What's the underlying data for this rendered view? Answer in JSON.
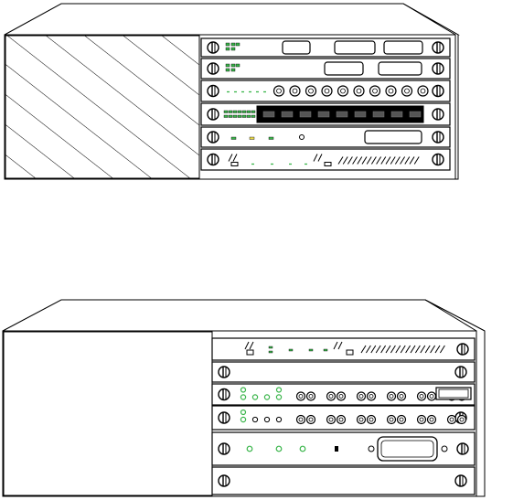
{
  "colors": {
    "outline": "#000000",
    "background": "#ffffff",
    "led_green": "#39b54a",
    "led_yellow": "#e8d84a",
    "display_black": "#000000"
  },
  "top_unit": {
    "enclosure": "hatched-panel",
    "modules": [
      {
        "id": "t1",
        "kind": "slot-panel",
        "slots": 3,
        "led_pattern": "grid-2x2",
        "handles": 2
      },
      {
        "id": "t2",
        "kind": "slot-panel",
        "slots": 2,
        "led_pattern": "grid-2x2",
        "handles": 2
      },
      {
        "id": "t3",
        "kind": "knob-panel",
        "knobs": 10,
        "led_pattern": "dashes",
        "handles": 2
      },
      {
        "id": "t4",
        "kind": "display-panel",
        "segments": 9,
        "led_pattern": "double-row",
        "handles": 2
      },
      {
        "id": "t5",
        "kind": "card-slot-panel",
        "slots": 1,
        "led_pattern": "spaced",
        "handles": 2
      },
      {
        "id": "t6",
        "kind": "vent-panel",
        "vents": 17,
        "led_pattern": "spaced",
        "handles": 2
      }
    ]
  },
  "bottom_unit": {
    "enclosure": "blank-panel",
    "modules": [
      {
        "id": "b1",
        "kind": "vent-panel",
        "vents": 17,
        "led_pattern": "spaced",
        "handles": 1
      },
      {
        "id": "b2",
        "kind": "blank-panel",
        "handles": 2
      },
      {
        "id": "b3",
        "kind": "connector-panel",
        "connector_pairs": 6,
        "led_pattern": "grid-2x4",
        "handles": 1
      },
      {
        "id": "b4",
        "kind": "connector-panel",
        "connector_pairs": 6,
        "led_pattern": "grid-2x4",
        "handles": 2
      },
      {
        "id": "b5",
        "kind": "card-slot-panel",
        "slots": 1,
        "led_pattern": "spaced-circles",
        "handles": 2
      },
      {
        "id": "b6",
        "kind": "blank-panel",
        "handles": 2
      }
    ]
  }
}
